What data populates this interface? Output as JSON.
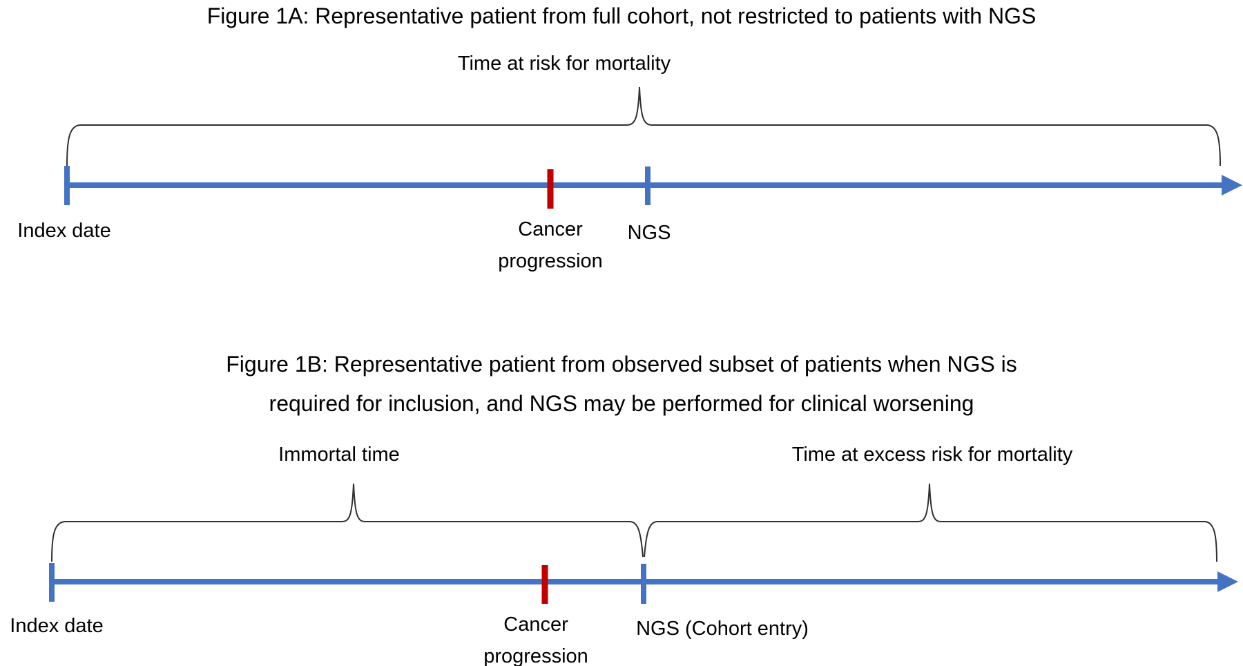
{
  "colors": {
    "timeline": "#4472C4",
    "event": "#C00000",
    "brace": "#303030"
  },
  "figure_1a": {
    "title": "Figure 1A: Representative patient from full cohort, not restricted to patients with NGS",
    "brace_label": "Time at risk for mortality",
    "events": {
      "index": "Index date",
      "progression": "Cancer\nprogression",
      "ngs": "NGS"
    }
  },
  "figure_1b": {
    "title_line1": "Figure 1B: Representative patient from observed subset of patients when NGS is",
    "title_line2": "required for inclusion, and NGS may be performed for clinical worsening",
    "brace_label_left": "Immortal time",
    "brace_label_right": "Time at excess risk for mortality",
    "events": {
      "index": "Index date",
      "progression": "Cancer\nprogression",
      "ngs": "NGS (Cohort entry)"
    }
  }
}
